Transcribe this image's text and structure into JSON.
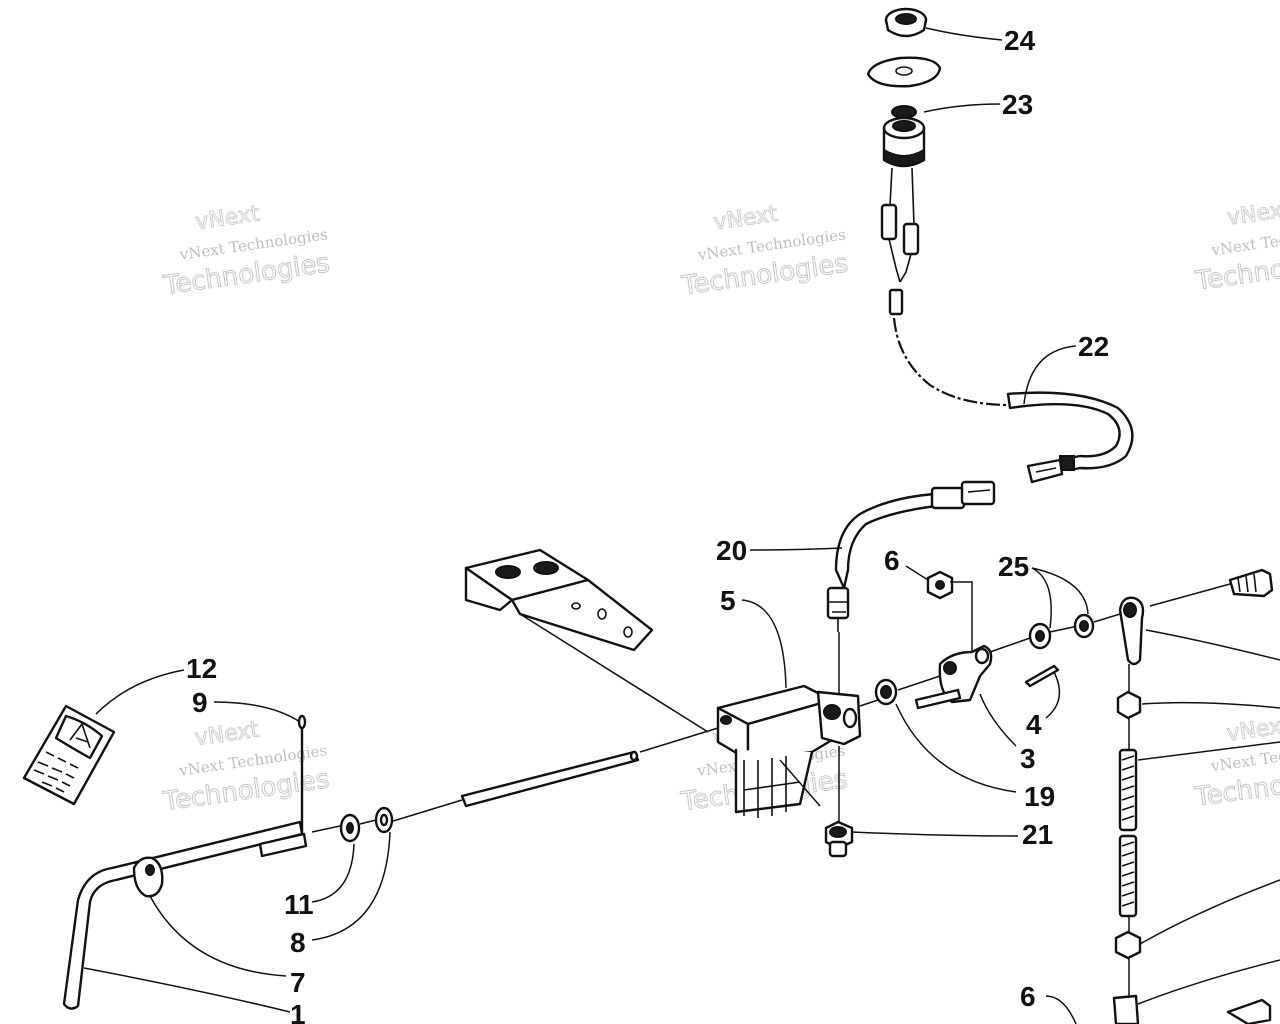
{
  "diagram": {
    "callouts": {
      "c24": "24",
      "c23": "23",
      "c22": "22",
      "c20": "20",
      "c6a": "6",
      "c25": "25",
      "c5": "5",
      "c4": "4",
      "c3": "3",
      "c19": "19",
      "c21": "21",
      "c12": "12",
      "c9": "9",
      "c11": "11",
      "c8": "8",
      "c7": "7",
      "c1": "1",
      "c6b": "6"
    },
    "watermark": {
      "line1": "vNext Technologies",
      "line2": "Technologies",
      "top": "vNext"
    }
  }
}
